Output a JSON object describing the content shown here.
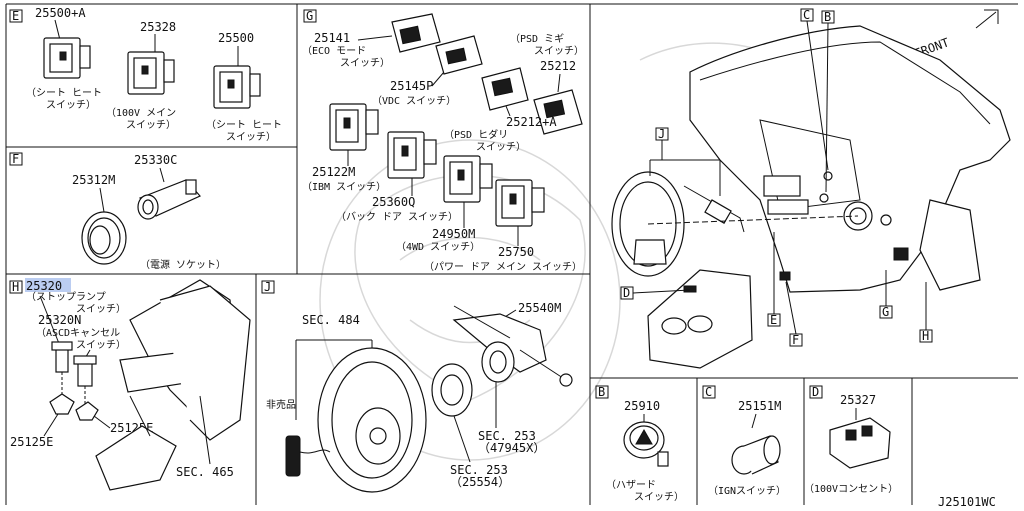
{
  "drawing_code": "J25101WC",
  "front_label": "FRONT",
  "sections": {
    "E": {
      "letter": "E",
      "parts": [
        {
          "number": "25500+A",
          "caption": [
            "（シート ヒート",
            "スイッチ）"
          ]
        },
        {
          "number": "25328",
          "caption": [
            "（100V メイン",
            "スイッチ）"
          ]
        },
        {
          "number": "25500",
          "caption": [
            "（シート ヒート",
            "スイッチ）"
          ]
        }
      ]
    },
    "F": {
      "letter": "F",
      "parts": [
        {
          "number": "25312M"
        },
        {
          "number": "25330C"
        }
      ],
      "caption": "（電源  ソケット）"
    },
    "G": {
      "letter": "G",
      "parts": [
        {
          "number": "25141",
          "caption": [
            "（ECO モード",
            "スイッチ）"
          ]
        },
        {
          "number": "25145P",
          "caption": [
            "（VDC スイッチ）"
          ]
        },
        {
          "number": "25212",
          "caption": [
            "（PSD ミギ",
            "スイッチ）"
          ]
        },
        {
          "number": "25212+A",
          "caption": [
            "（PSD ヒダリ",
            "スイッチ）"
          ]
        },
        {
          "number": "25122M",
          "caption": [
            "（IBM スイッチ）"
          ]
        },
        {
          "number": "25360Q",
          "caption": [
            "（バック ドア スイッチ）"
          ]
        },
        {
          "number": "24950M",
          "caption": [
            "（4WD スイッチ）"
          ]
        },
        {
          "number": "25750",
          "caption": [
            "（パワー ドア メイン スイッチ）"
          ]
        }
      ]
    },
    "H": {
      "letter": "H",
      "parts": [
        {
          "number": "25320",
          "caption": [
            "（ストップランプ",
            "スイッチ）"
          ]
        },
        {
          "number": "25320N",
          "caption": [
            "（ASCDキャンセル",
            "スイッチ）"
          ]
        },
        {
          "number": "25125E"
        },
        {
          "number": "25125E"
        }
      ],
      "sec": "SEC. 465"
    },
    "J": {
      "letter": "J",
      "sec_484": "SEC. 484",
      "not_sold": "非売品",
      "part": "25540M",
      "sec_253a": [
        "SEC. 253",
        "（47945X）"
      ],
      "sec_253b": [
        "SEC. 253",
        "（25554）"
      ]
    },
    "B": {
      "letter": "B",
      "number": "25910",
      "caption": [
        "（ハザード",
        "スイッチ）"
      ]
    },
    "C": {
      "letter": "C",
      "number": "25151M",
      "caption": "（IGNスイッチ）"
    },
    "D": {
      "letter": "D",
      "number": "25327",
      "caption": "（100Vコンセント）"
    }
  },
  "overview_callouts": [
    "C",
    "B",
    "J",
    "D",
    "E",
    "F",
    "G",
    "H"
  ]
}
